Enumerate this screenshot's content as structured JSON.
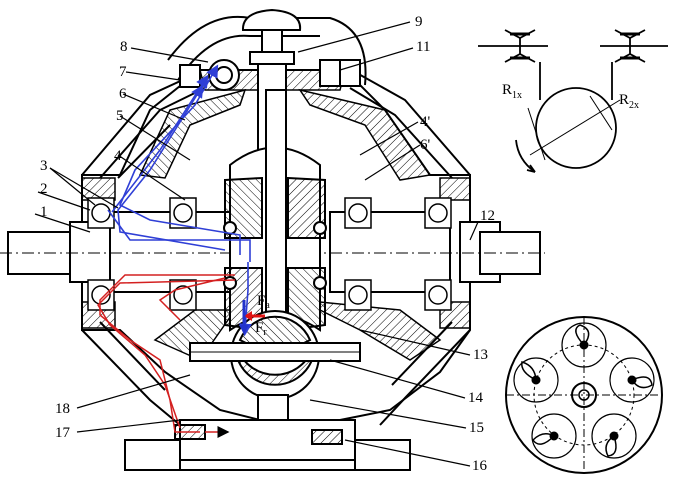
{
  "labels": {
    "l1": "1",
    "l2": "2",
    "l3": "3",
    "l4": "4",
    "l5": "5",
    "l6": "6",
    "l7": "7",
    "l8": "8",
    "l9": "9",
    "l11": "11",
    "l12": "12",
    "l13": "13",
    "l14": "14",
    "l15": "15",
    "l16": "16",
    "l17": "17",
    "l18": "18",
    "l4p": "4'",
    "l6p": "6'"
  },
  "forces": {
    "fa_main": "F",
    "fa_sub": "a",
    "fr_main": "F",
    "fr_sub": "r"
  },
  "inset": {
    "r1_main": "R",
    "r1_sub": "1x",
    "r2_main": "R",
    "r2_sub": "2x"
  },
  "colors": {
    "flow_blue": "#2f3fd6",
    "flow_red": "#d42020",
    "force_red": "#e01515",
    "force_blue": "#2233cc"
  }
}
